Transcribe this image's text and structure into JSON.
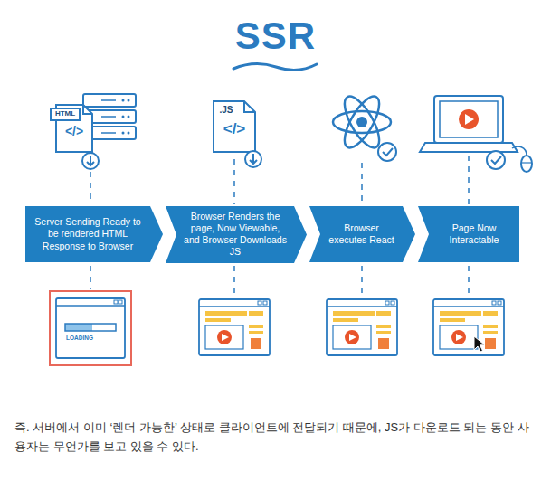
{
  "diagram": {
    "title": "SSR",
    "caption": "즉. 서버에서 이미 ‘렌더 가능한’ 상태로 클라이언트에 전달되기 때문에, JS가 다운로드 되는 동안 사용자는 무언가를 보고 있을 수 있다.",
    "nodes": [
      {
        "text": [
          "Server Sending Ready to be rendered HTML Response to Browser"
        ]
      },
      {
        "text": [
          "Browser Renders the page, Now Viewable, and Browser Downloads JS"
        ]
      },
      {
        "text": [
          "Browser executes React"
        ]
      },
      {
        "text": [
          "Page Now Interactable"
        ]
      }
    ],
    "labels": [
      "HTML",
      "</>",
      ".JS",
      "</>",
      "LOADING"
    ]
  }
}
